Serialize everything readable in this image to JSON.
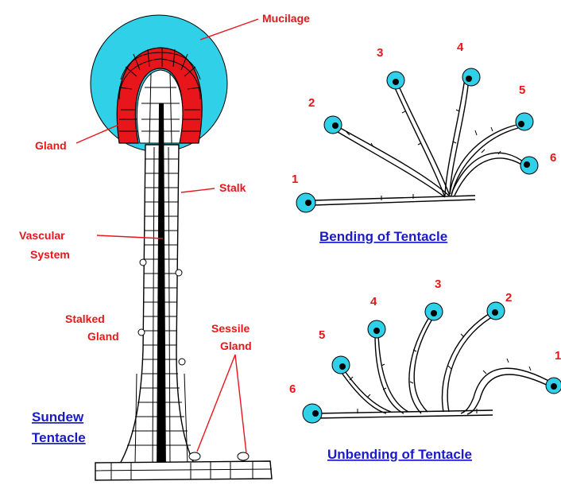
{
  "left_panel": {
    "labels": {
      "mucilage": "Mucilage",
      "gland": "Gland",
      "stalk": "Stalk",
      "vascular_line1": "Vascular",
      "vascular_line2": "System",
      "stalked_line1": "Stalked",
      "stalked_line2": "Gland",
      "sessile_line1": "Sessile",
      "sessile_line2": "Gland"
    },
    "caption_line1": "Sundew",
    "caption_line2": "Tentacle"
  },
  "bending_panel": {
    "numbers": [
      "1",
      "2",
      "3",
      "4",
      "5",
      "6"
    ],
    "caption": "Bending of Tentacle"
  },
  "unbending_panel": {
    "numbers": [
      "1",
      "2",
      "3",
      "4",
      "5",
      "6"
    ],
    "caption": "Unbending of Tentacle"
  },
  "colors": {
    "label_red": "#e8161b",
    "caption_blue": "#1a1ac8",
    "mucilage_cyan": "#2fd0e8",
    "gland_red": "#e8161b"
  }
}
